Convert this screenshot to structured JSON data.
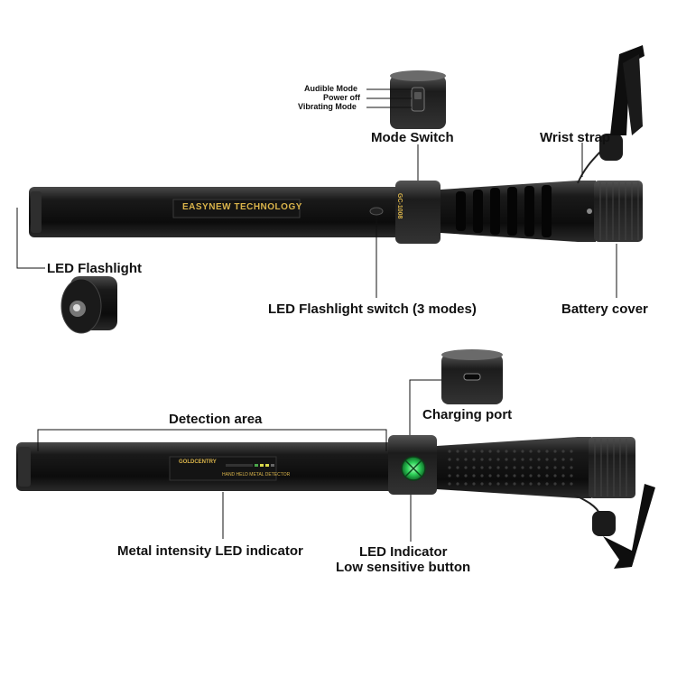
{
  "labels": {
    "audible_mode": "Audible Mode",
    "power_off": "Power off",
    "vibrating_mode": "Vibrating Mode",
    "mode_switch": "Mode Switch",
    "wrist_strap": "Wrist strap",
    "led_flashlight": "LED Flashlight",
    "led_flashlight_switch": "LED Flashlight switch (3 modes)",
    "battery_cover": "Battery cover",
    "detection_area": "Detection area",
    "charging_port": "Charging port",
    "metal_intensity_led": "Metal intensity LED indicator",
    "led_indicator": "LED Indicator",
    "low_sensitive_button": "Low sensitive button"
  },
  "device_text": {
    "top_brand": "EASYNEW TECHNOLOGY",
    "top_model": "GC-1008",
    "bottom_brand": "GOLDCENTRY",
    "bottom_subtitle": "HAND HELD METAL DETECTOR"
  },
  "colors": {
    "brand_gold": "#d9b34a",
    "led_green": "#2fd35a"
  }
}
